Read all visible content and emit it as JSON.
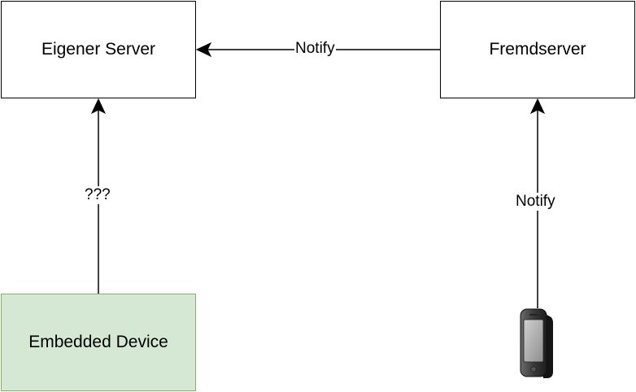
{
  "nodes": {
    "eigener_server": "Eigener Server",
    "fremdserver": "Fremdserver",
    "embedded_device": "Embedded Device"
  },
  "edges": {
    "fremd_to_eigener": "Notify",
    "embedded_to_eigener": "???",
    "phone_to_fremd": "Notify"
  },
  "icons": {
    "phone": "mobile-phone-icon"
  },
  "colors": {
    "line": "#000000",
    "embedded_fill": "#d5e8d4",
    "embedded_stroke": "#82b366",
    "box_fill": "#ffffff",
    "box_stroke": "#000000"
  }
}
